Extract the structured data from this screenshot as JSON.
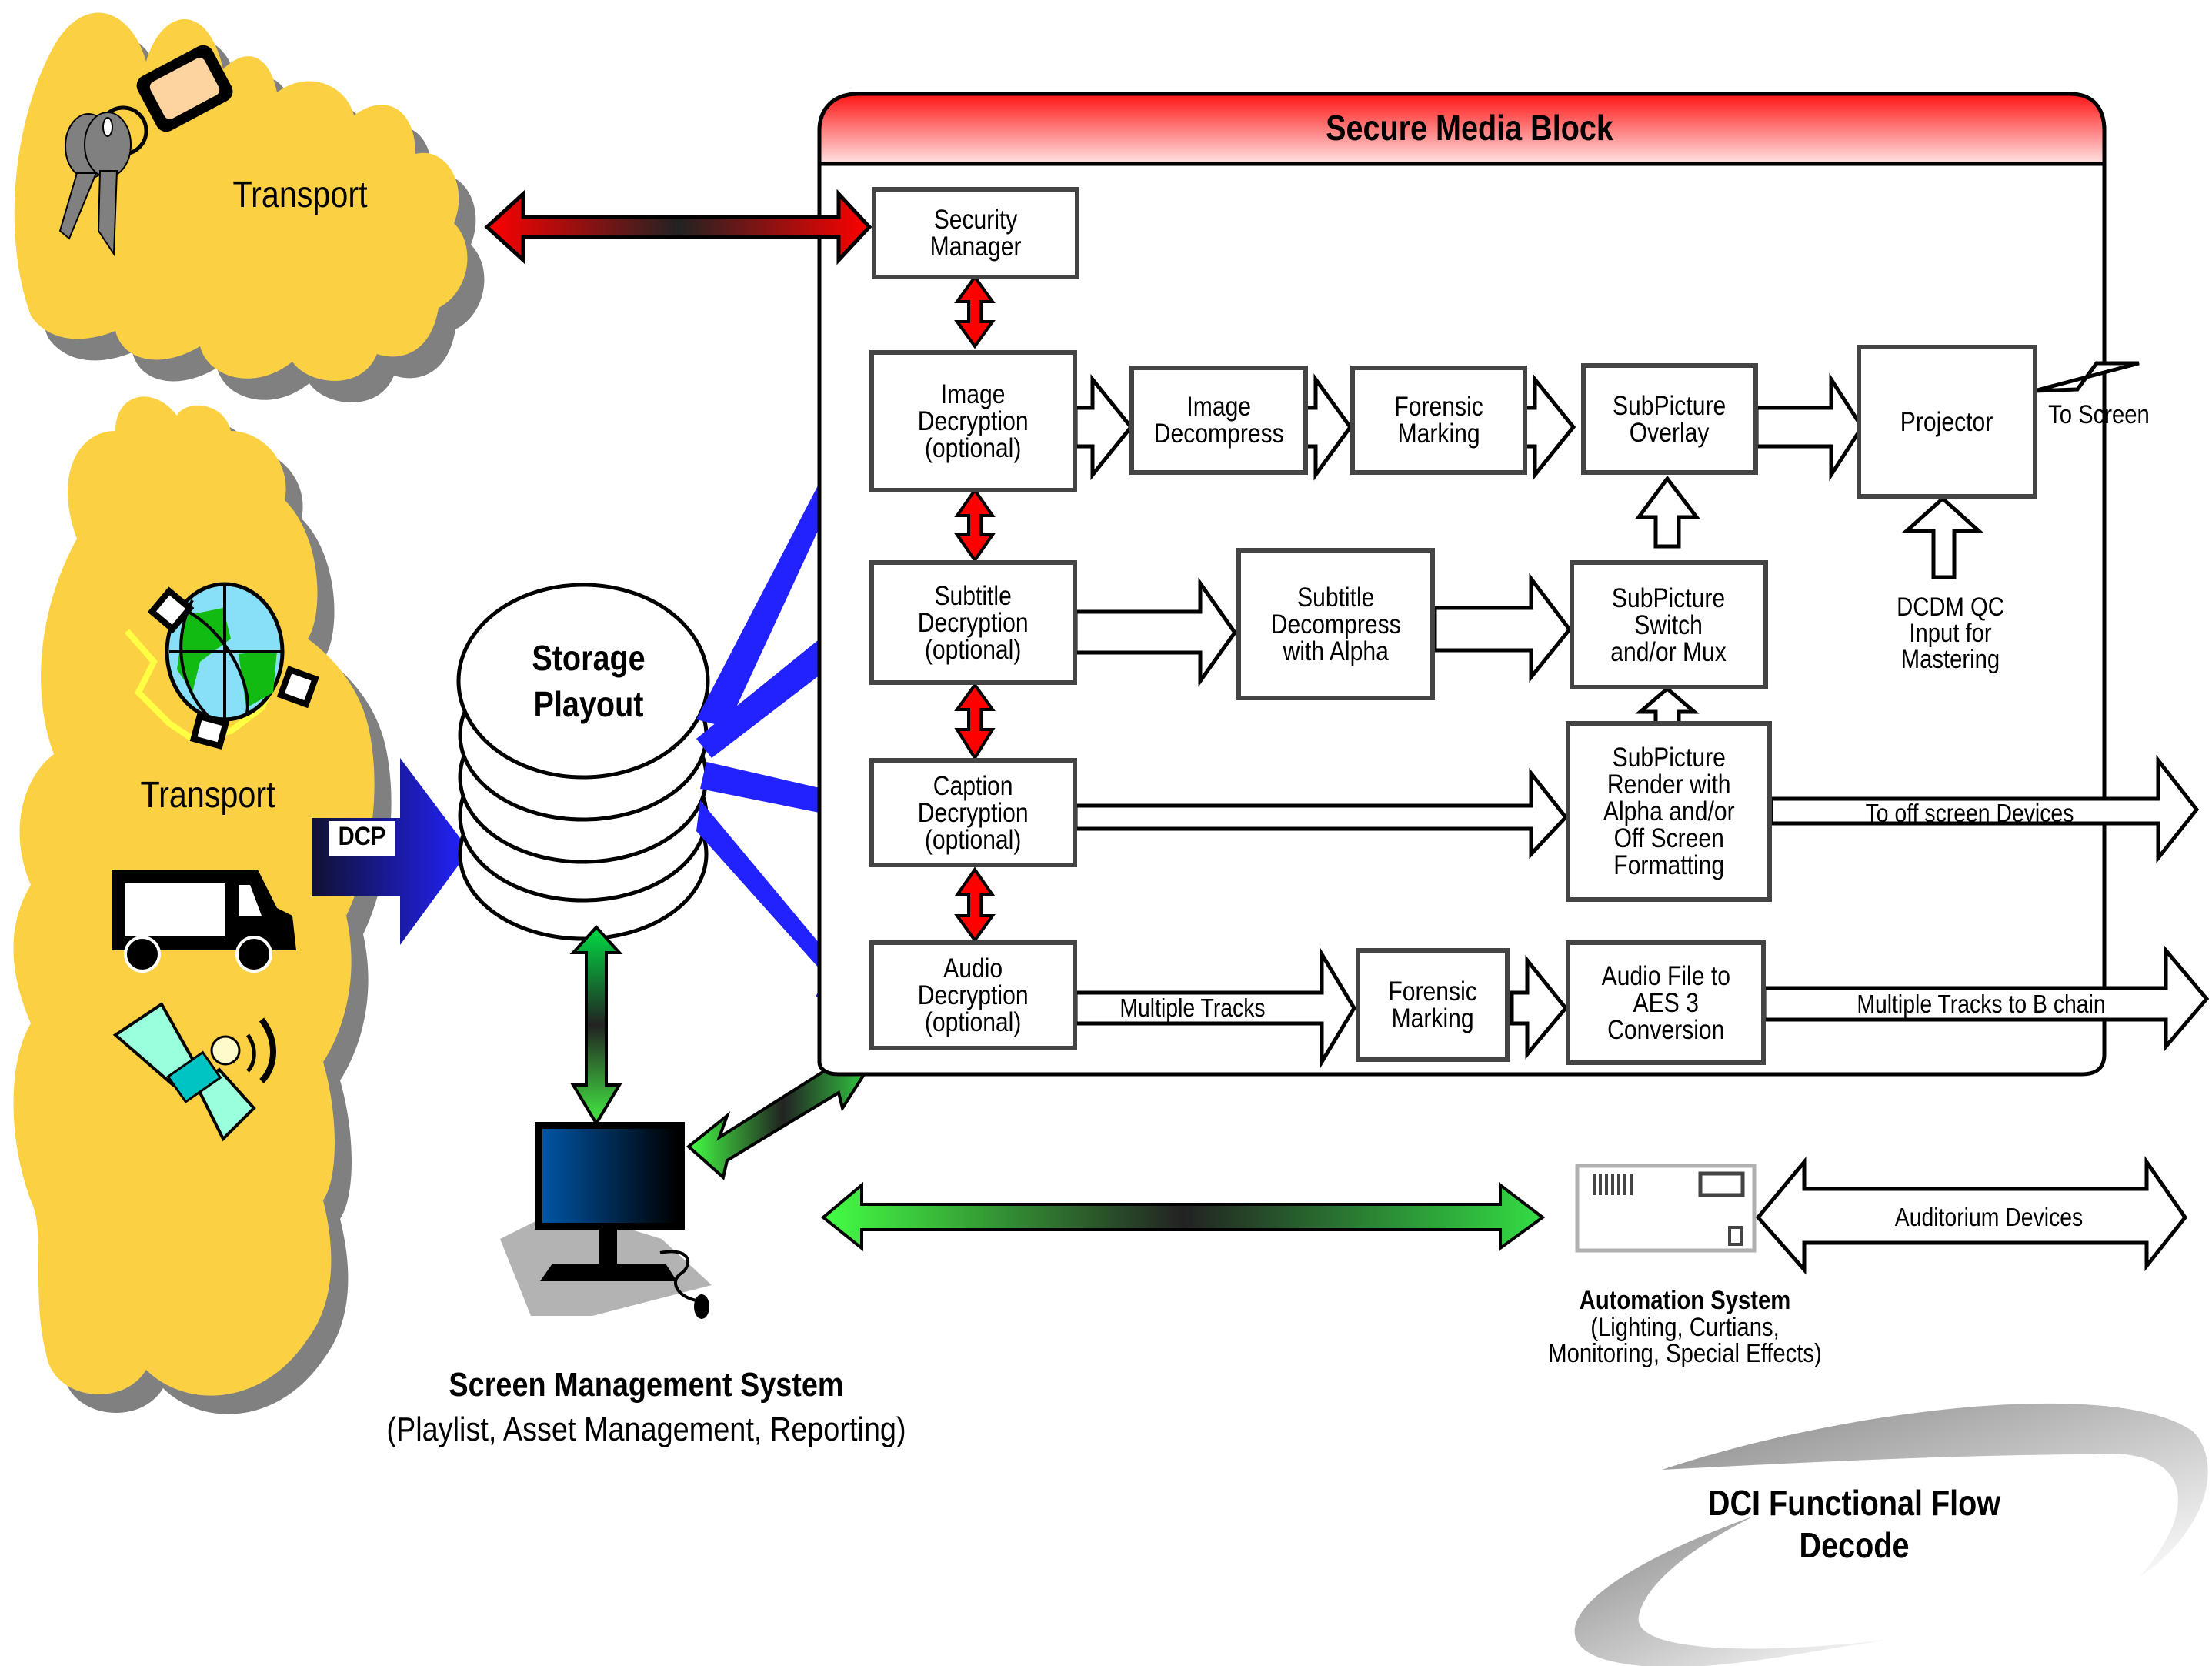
{
  "title": "DCI Functional Flow Decode",
  "title_lines": [
    "DCI Functional Flow",
    "Decode"
  ],
  "secure_media_block": {
    "title": "Secure Media Block",
    "header_color": "#ff1a1a",
    "blocks": {
      "security_manager": "Security\nManager",
      "image_decryption": "Image\nDecryption\n(optional)",
      "image_decompress": "Image\nDecompress",
      "image_forensic": "Forensic\nMarking",
      "subpicture_overlay": "SubPicture\nOverlay",
      "projector": "Projector",
      "subtitle_decryption": "Subtitle\nDecryption\n(optional)",
      "subtitle_decompress": "Subtitle\nDecompress\nwith Alpha",
      "subpicture_switch": "SubPicture\nSwitch\nand/or Mux",
      "caption_decryption": "Caption\nDecryption\n(optional)",
      "subpicture_render": "SubPicture\nRender with\nAlpha and/or\nOff Screen\nFormatting",
      "audio_decryption": "Audio\nDecryption\n(optional)",
      "audio_forensic": "Forensic\nMarking",
      "audio_aes": "Audio File to\nAES 3\nConversion"
    },
    "arrow_labels": {
      "to_screen": "To Screen",
      "to_off_screen": "To off screen Devices",
      "multiple_tracks": "Multiple Tracks",
      "multiple_tracks_b_chain": "Multiple Tracks to B chain"
    },
    "dcdm_label": "DCDM QC\nInput for\nMastering"
  },
  "transport_top": {
    "label": "Transport",
    "icon": "keys-icon"
  },
  "transport_left": {
    "label": "Transport",
    "dcp_label": "DCP",
    "icons": [
      "globe-satellite-icon",
      "truck-icon",
      "satellite-icon"
    ]
  },
  "storage": {
    "label_line1": "Storage",
    "label_line2": "Playout"
  },
  "sms": {
    "title": "Screen Management System",
    "subtitle": "(Playlist, Asset Management, Reporting)"
  },
  "automation": {
    "title": "Automation System",
    "subtitle_line1": "(Lighting, Curtians,",
    "subtitle_line2": "Monitoring, Special Effects)",
    "devices_label": "Auditorium Devices"
  },
  "colors": {
    "cloud": "#fcd043",
    "cloud_shadow": "#808080",
    "security_arrow": "#ff0000",
    "content_arrow": "#2222ff",
    "control_arrow": "#33dd44"
  }
}
